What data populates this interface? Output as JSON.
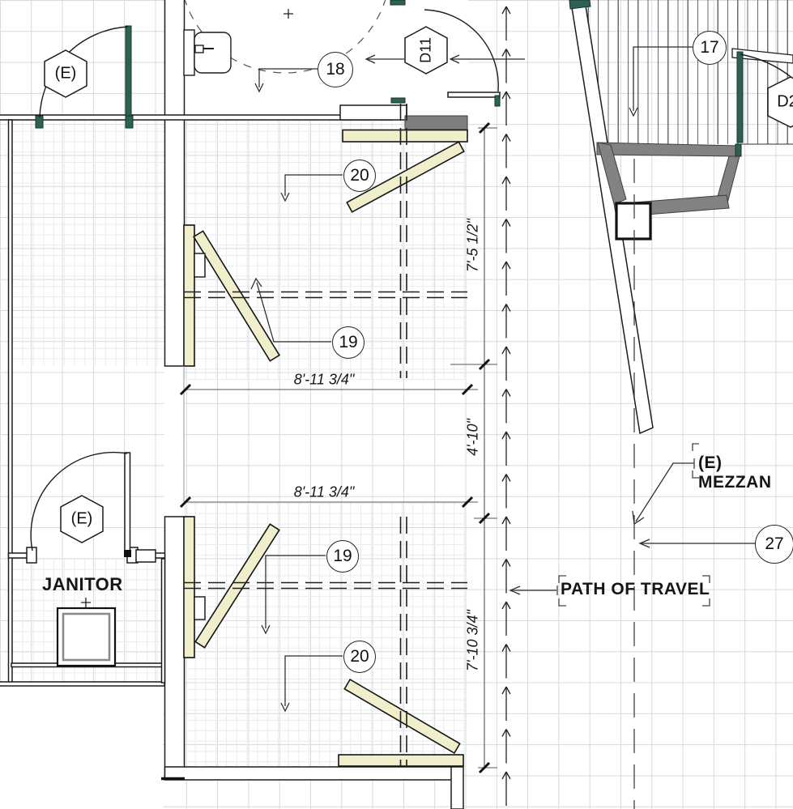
{
  "drawing_type": "architectural floor plan (toilet rooms / mezzanine area)",
  "labels": {
    "janitor": "JANITOR",
    "path_of_travel": "PATH OF TRAVEL",
    "mezzanine": "(E) MEZZAN"
  },
  "callouts": {
    "c17": "17",
    "c18": "18",
    "c19": "19",
    "c20": "20",
    "c27": "27"
  },
  "tags": {
    "existing": "(E)",
    "door_d11": "D11",
    "door_d2": "D2"
  },
  "dimensions": {
    "upper_room_width": "8'-11 3/4\"",
    "lower_room_width": "8'-11 3/4\"",
    "upper_room_depth": "7'-5 1/2\"",
    "corridor_width": "4'-10\"",
    "lower_room_depth": "7'-10 3/4\""
  },
  "colors": {
    "new_work_fill": "#f0eecb",
    "existing_door": "#2e6156",
    "overhead_gray": "#7f7f7f",
    "grid_line": "#d6dadd"
  }
}
